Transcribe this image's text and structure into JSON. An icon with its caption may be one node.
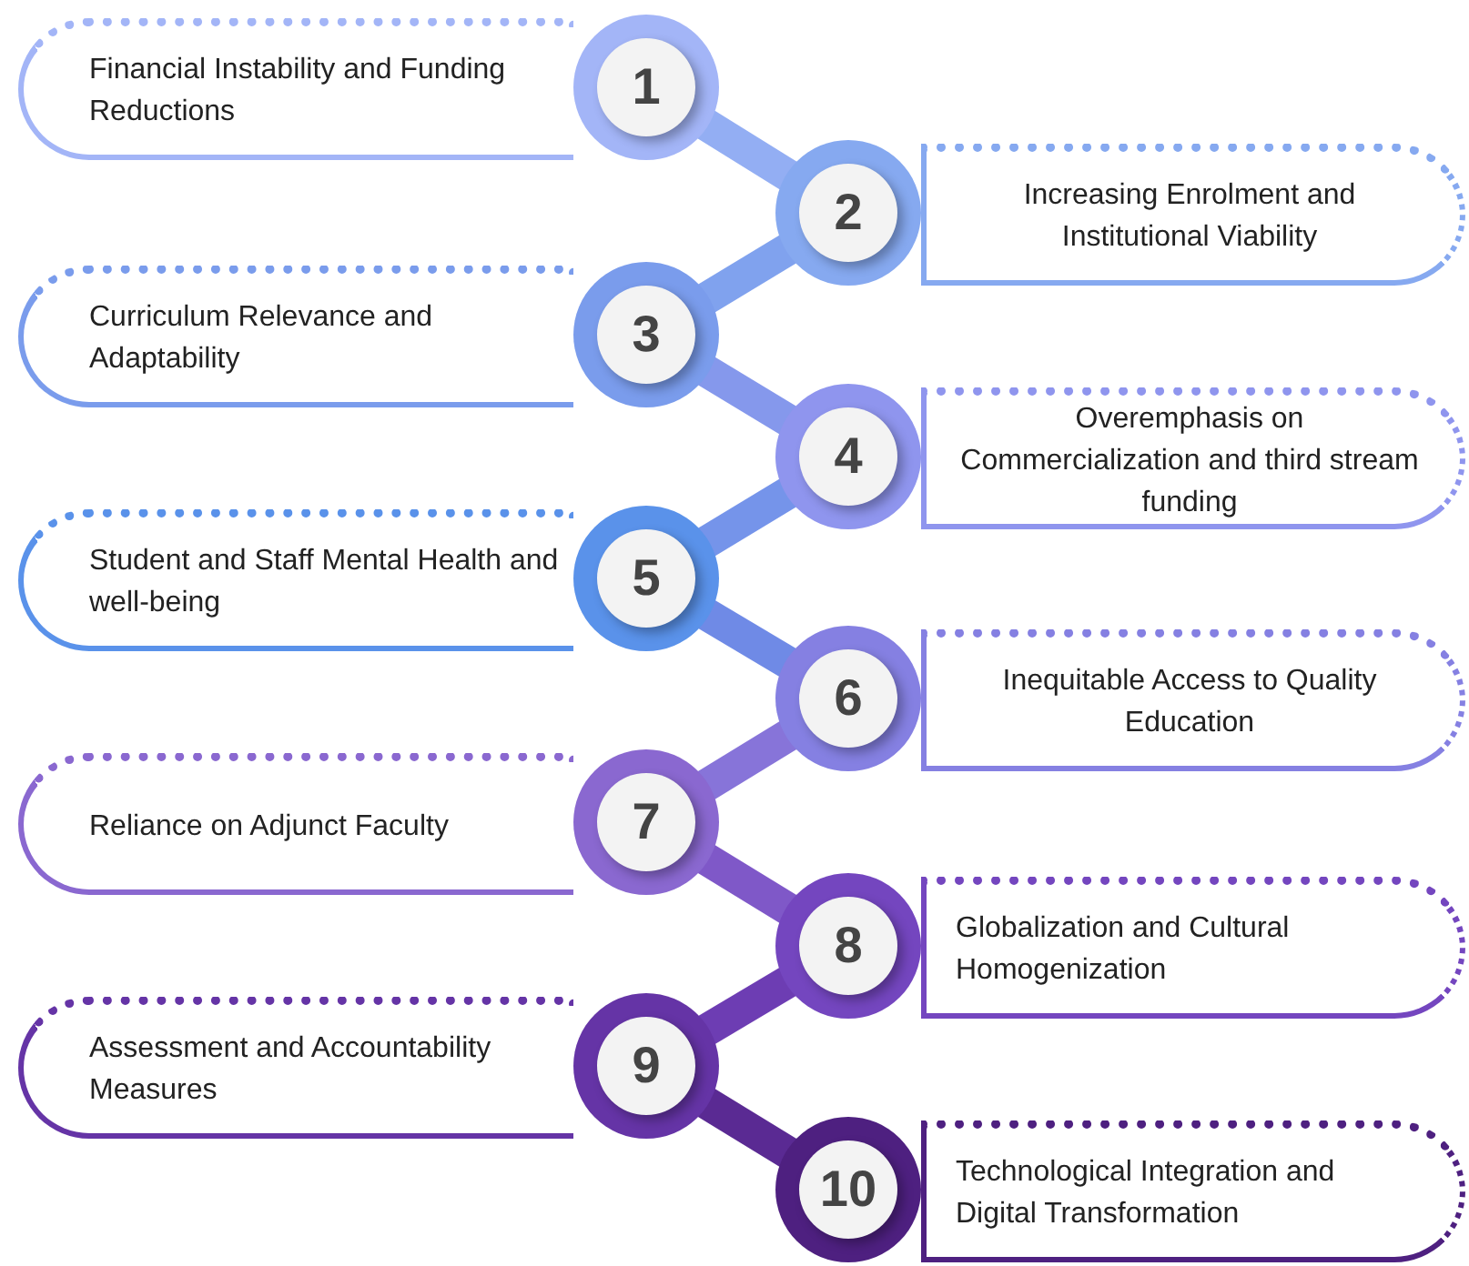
{
  "diagram": {
    "nodes": [
      {
        "text": [
          "Financial Instability and Funding Reductions"
        ]
      },
      {
        "text": [
          "1"
        ]
      },
      {
        "text": [
          "2"
        ]
      },
      {
        "text": [
          "Increasing Enrolment and Institutional Viability"
        ]
      },
      {
        "text": [
          "Curriculum Relevance and Adaptability"
        ]
      },
      {
        "text": [
          "3"
        ]
      },
      {
        "text": [
          "4"
        ]
      },
      {
        "text": [
          "Overemphasis on Commercialization and third stream funding"
        ]
      },
      {
        "text": [
          "Student and Staff Mental Health and well-being"
        ]
      },
      {
        "text": [
          "5"
        ]
      },
      {
        "text": [
          "6"
        ]
      },
      {
        "text": [
          "Inequitable Access to Quality Education"
        ]
      },
      {
        "text": [
          "Reliance on Adjunct Faculty"
        ]
      },
      {
        "text": [
          "7"
        ]
      },
      {
        "text": [
          "8"
        ]
      },
      {
        "text": [
          "Globalization and Cultural Homogenization"
        ]
      },
      {
        "text": [
          "Assessment and Accountability Measures"
        ]
      },
      {
        "text": [
          "9"
        ]
      },
      {
        "text": [
          "10"
        ]
      },
      {
        "text": [
          "Technological Integration and Digital Transformation"
        ]
      }
    ],
    "edges": [
      {
        "from": 1,
        "to": 2,
        "arrow": "none",
        "color": "#93aef3"
      },
      {
        "from": 2,
        "to": 5,
        "arrow": "none",
        "color": "#80a2ee"
      },
      {
        "from": 5,
        "to": 6,
        "arrow": "none",
        "color": "#8598ec"
      },
      {
        "from": 6,
        "to": 9,
        "arrow": "none",
        "color": "#7594ea"
      },
      {
        "from": 9,
        "to": 10,
        "arrow": "none",
        "color": "#6f8ae6"
      },
      {
        "from": 10,
        "to": 13,
        "arrow": "none",
        "color": "#8774d9"
      },
      {
        "from": 13,
        "to": 14,
        "arrow": "none",
        "color": "#7f58c8"
      },
      {
        "from": 14,
        "to": 17,
        "arrow": "none",
        "color": "#6d3db3"
      },
      {
        "from": 17,
        "to": 18,
        "arrow": "none",
        "color": "#5a2a93"
      }
    ]
  }
}
